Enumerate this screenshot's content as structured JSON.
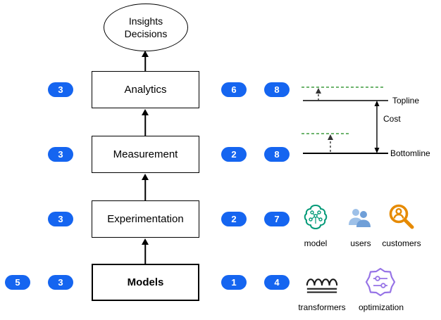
{
  "colors": {
    "badge_blue": "#1565F0",
    "dashed_green": "#3E9C3E",
    "icon_model_green": "#009977",
    "icon_users_blue": "#7EA6E0",
    "icon_customers_orange": "#E68A00",
    "icon_transformers_black": "#1a1a1a",
    "icon_optimization_purple": "#9673E6"
  },
  "terminal": {
    "line1": "Insights",
    "line2": "Decisions"
  },
  "stages": [
    {
      "label": "Analytics",
      "badges_left": [
        "3"
      ],
      "badges_right": [
        "6",
        "8"
      ]
    },
    {
      "label": "Measurement",
      "badges_left": [
        "3"
      ],
      "badges_right": [
        "2",
        "8"
      ]
    },
    {
      "label": "Experimentation",
      "badges_left": [
        "3"
      ],
      "badges_right": [
        "2",
        "7"
      ]
    },
    {
      "label": "Models",
      "badges_left": [
        "5",
        "3"
      ],
      "badges_right": [
        "1",
        "4"
      ]
    }
  ],
  "finance": {
    "topline": "Topline",
    "cost": "Cost",
    "bottomline": "Bottomline"
  },
  "legend": {
    "row1": [
      {
        "icon": "model-icon",
        "label": "model"
      },
      {
        "icon": "users-icon",
        "label": "users"
      },
      {
        "icon": "customers-icon",
        "label": "customers"
      }
    ],
    "row2": [
      {
        "icon": "transformers-icon",
        "label": "transformers"
      },
      {
        "icon": "optimization-icon",
        "label": "optimization"
      }
    ]
  }
}
